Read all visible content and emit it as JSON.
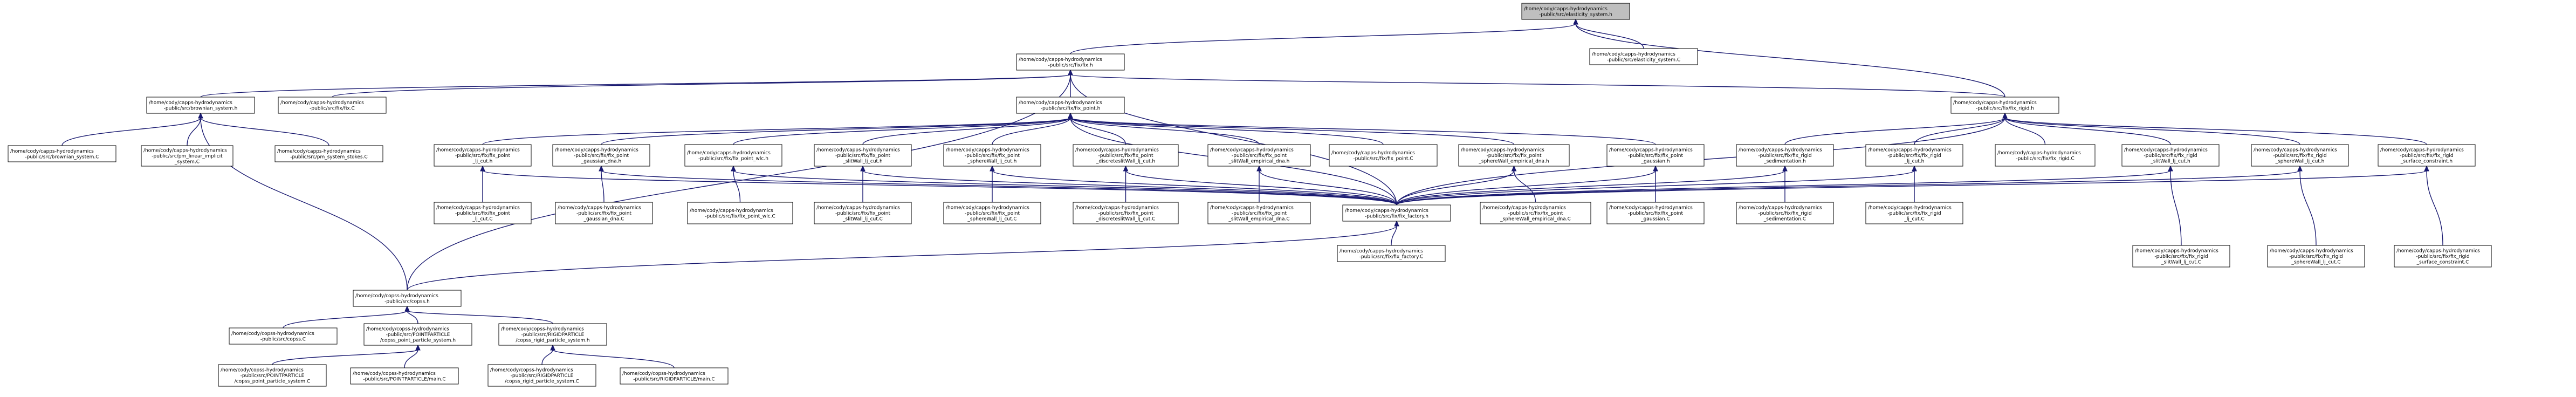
{
  "diagram": {
    "title": "",
    "nodes": [
      {
        "id": "elasticity_h",
        "lines": [
          "/home/cody/capps-hydrodynamics",
          "-public/src/elasticity_system.h"
        ],
        "focus": true
      },
      {
        "id": "elasticity_C",
        "lines": [
          "/home/cody/capps-hydrodynamics",
          "-public/src/elasticity_system.C"
        ]
      },
      {
        "id": "fix_h",
        "lines": [
          "/home/cody/capps-hydrodynamics",
          "-public/src/fix/fix.h"
        ]
      },
      {
        "id": "fix_rigid_h",
        "lines": [
          "/home/cody/capps-hydrodynamics",
          "-public/src/fix/fix_rigid.h"
        ]
      },
      {
        "id": "brownian_h",
        "lines": [
          "/home/cody/capps-hydrodynamics",
          "-public/src/brownian_system.h"
        ]
      },
      {
        "id": "fix_C",
        "lines": [
          "/home/cody/capps-hydrodynamics",
          "-public/src/fix/fix.C"
        ]
      },
      {
        "id": "fix_point_h",
        "lines": [
          "/home/cody/capps-hydrodynamics",
          "-public/src/fix/fix_point.h"
        ]
      },
      {
        "id": "brownian_C",
        "lines": [
          "/home/cody/capps-hydrodynamics",
          "-public/src/brownian_system.C"
        ]
      },
      {
        "id": "pm_linear_C",
        "lines": [
          "/home/cody/capps-hydrodynamics",
          "-public/src/pm_linear_implicit",
          "_system.C"
        ]
      },
      {
        "id": "pm_stokes_C",
        "lines": [
          "/home/cody/capps-hydrodynamics",
          "-public/src/pm_system_stokes.C"
        ]
      },
      {
        "id": "fp_lj_cut_h",
        "lines": [
          "/home/cody/capps-hydrodynamics",
          "-public/src/fix/fix_point",
          "_lj_cut.h"
        ]
      },
      {
        "id": "fp_gauss_dna_h",
        "lines": [
          "/home/cody/capps-hydrodynamics",
          "-public/src/fix/fix_point",
          "_gaussian_dna.h"
        ]
      },
      {
        "id": "fp_wlc_h",
        "lines": [
          "/home/cody/capps-hydrodynamics",
          "-public/src/fix/fix_point_wlc.h"
        ]
      },
      {
        "id": "fp_slitwall_h",
        "lines": [
          "/home/cody/capps-hydrodynamics",
          "-public/src/fix/fix_point",
          "_slitWall_lj_cut.h"
        ]
      },
      {
        "id": "fp_spherewall_h",
        "lines": [
          "/home/cody/capps-hydrodynamics",
          "-public/src/fix/fix_point",
          "_sphereWall_lj_cut.h"
        ]
      },
      {
        "id": "fp_disc_h",
        "lines": [
          "/home/cody/capps-hydrodynamics",
          "-public/src/fix/fix_point",
          "_discreteslitWall_lj_cut.h"
        ]
      },
      {
        "id": "fp_slit_emp_h",
        "lines": [
          "/home/cody/capps-hydrodynamics",
          "-public/src/fix/fix_point",
          "_slitWall_empirical_dna.h"
        ]
      },
      {
        "id": "fp_C",
        "lines": [
          "/home/cody/capps-hydrodynamics",
          "-public/src/fix/fix_point.C"
        ]
      },
      {
        "id": "fp_sphere_emp_h",
        "lines": [
          "/home/cody/capps-hydrodynamics",
          "-public/src/fix/fix_point",
          "_sphereWall_empirical_dna.h"
        ]
      },
      {
        "id": "fp_gauss_h",
        "lines": [
          "/home/cody/capps-hydrodynamics",
          "-public/src/fix/fix_point",
          "_gaussian.h"
        ]
      },
      {
        "id": "fr_sed_h",
        "lines": [
          "/home/cody/capps-hydrodynamics",
          "-public/src/fix/fix_rigid",
          "_sedimentation.h"
        ]
      },
      {
        "id": "fr_lj_cut_h",
        "lines": [
          "/home/cody/capps-hydrodynamics",
          "-public/src/fix/fix_rigid",
          "_lj_cut.h"
        ]
      },
      {
        "id": "fr_C",
        "lines": [
          "/home/cody/capps-hydrodynamics",
          "-public/src/fix/fix_rigid.C"
        ]
      },
      {
        "id": "fr_slit_h",
        "lines": [
          "/home/cody/capps-hydrodynamics",
          "-public/src/fix/fix_rigid",
          "_slitWall_lj_cut.h"
        ]
      },
      {
        "id": "fr_sphere_h",
        "lines": [
          "/home/cody/capps-hydrodynamics",
          "-public/src/fix/fix_rigid",
          "_sphereWall_lj_cut.h"
        ]
      },
      {
        "id": "fr_surf_h",
        "lines": [
          "/home/cody/capps-hydrodynamics",
          "-public/src/fix/fix_rigid",
          "_surface_constraint.h"
        ]
      },
      {
        "id": "fp_lj_cut_C",
        "lines": [
          "/home/cody/capps-hydrodynamics",
          "-public/src/fix/fix_point",
          "_lj_cut.C"
        ]
      },
      {
        "id": "fp_gauss_dna_C",
        "lines": [
          "/home/cody/capps-hydrodynamics",
          "-public/src/fix/fix_point",
          "_gaussian_dna.C"
        ]
      },
      {
        "id": "fp_wlc_C",
        "lines": [
          "/home/cody/capps-hydrodynamics",
          "-public/src/fix/fix_point_wlc.C"
        ]
      },
      {
        "id": "fp_slitwall_C",
        "lines": [
          "/home/cody/capps-hydrodynamics",
          "-public/src/fix/fix_point",
          "_slitWall_lj_cut.C"
        ]
      },
      {
        "id": "fp_spherewall_C",
        "lines": [
          "/home/cody/capps-hydrodynamics",
          "-public/src/fix/fix_point",
          "_sphereWall_lj_cut.C"
        ]
      },
      {
        "id": "fp_disc_C",
        "lines": [
          "/home/cody/capps-hydrodynamics",
          "-public/src/fix/fix_point",
          "_discreteslitWall_lj_cut.C"
        ]
      },
      {
        "id": "fp_slit_emp_C",
        "lines": [
          "/home/cody/capps-hydrodynamics",
          "-public/src/fix/fix_point",
          "_slitWall_empirical_dna.C"
        ]
      },
      {
        "id": "fix_factory_h",
        "lines": [
          "/home/cody/capps-hydrodynamics",
          "-public/src/fix/fix_factory.h"
        ]
      },
      {
        "id": "fp_sphere_emp_C",
        "lines": [
          "/home/cody/capps-hydrodynamics",
          "-public/src/fix/fix_point",
          "_sphereWall_empirical_dna.C"
        ]
      },
      {
        "id": "fp_gauss_C",
        "lines": [
          "/home/cody/capps-hydrodynamics",
          "-public/src/fix/fix_point",
          "_gaussian.C"
        ]
      },
      {
        "id": "fr_sed_C",
        "lines": [
          "/home/cody/capps-hydrodynamics",
          "-public/src/fix/fix_rigid",
          "_sedimentation.C"
        ]
      },
      {
        "id": "fr_lj_cut_C",
        "lines": [
          "/home/cody/capps-hydrodynamics",
          "-public/src/fix/fix_rigid",
          "_lj_cut.C"
        ]
      },
      {
        "id": "fr_slit_C",
        "lines": [
          "/home/cody/capps-hydrodynamics",
          "-public/src/fix/fix_rigid",
          "_slitWall_lj_cut.C"
        ]
      },
      {
        "id": "fr_sphere_C",
        "lines": [
          "/home/cody/capps-hydrodynamics",
          "-public/src/fix/fix_rigid",
          "_sphereWall_lj_cut.C"
        ]
      },
      {
        "id": "fr_surf_C",
        "lines": [
          "/home/cody/capps-hydrodynamics",
          "-public/src/fix/fix_rigid",
          "_surface_constraint.C"
        ]
      },
      {
        "id": "fix_factory_C",
        "lines": [
          "/home/cody/capps-hydrodynamics",
          "-public/src/fix/fix_factory.C"
        ]
      },
      {
        "id": "copss_h",
        "lines": [
          "/home/cody/copss-hydrodynamics",
          "-public/src/copss.h"
        ]
      },
      {
        "id": "copss_C",
        "lines": [
          "/home/cody/copss-hydrodynamics",
          "-public/src/copss.C"
        ]
      },
      {
        "id": "copss_point_h",
        "lines": [
          "/home/cody/copss-hydrodynamics",
          "-public/src/POINTPARTICLE",
          "/copss_point_particle_system.h"
        ]
      },
      {
        "id": "copss_rigid_h",
        "lines": [
          "/home/cody/copss-hydrodynamics",
          "-public/src/RIGIDPARTICLE",
          "/copss_rigid_particle_system.h"
        ]
      },
      {
        "id": "copss_point_C",
        "lines": [
          "/home/cody/copss-hydrodynamics",
          "-public/src/POINTPARTICLE",
          "/copss_point_particle_system.C"
        ]
      },
      {
        "id": "point_main_C",
        "lines": [
          "/home/cody/copss-hydrodynamics",
          "-public/src/POINTPARTICLE/main.C"
        ]
      },
      {
        "id": "copss_rigid_C",
        "lines": [
          "/home/cody/copss-hydrodynamics",
          "-public/src/RIGIDPARTICLE",
          "/copss_rigid_particle_system.C"
        ]
      },
      {
        "id": "rigid_main_C",
        "lines": [
          "/home/cody/copss-hydrodynamics",
          "-public/src/RIGIDPARTICLE/main.C"
        ]
      }
    ],
    "edges": [
      [
        "elasticity_h",
        "elasticity_C"
      ],
      [
        "elasticity_h",
        "fix_h"
      ],
      [
        "elasticity_h",
        "fix_rigid_h"
      ],
      [
        "fix_h",
        "brownian_h"
      ],
      [
        "fix_h",
        "fix_C"
      ],
      [
        "fix_h",
        "fix_point_h"
      ],
      [
        "fix_h",
        "fix_rigid_h"
      ],
      [
        "fix_h",
        "fix_factory_h"
      ],
      [
        "fix_h",
        "copss_h"
      ],
      [
        "brownian_h",
        "brownian_C"
      ],
      [
        "brownian_h",
        "pm_linear_C"
      ],
      [
        "brownian_h",
        "pm_stokes_C"
      ],
      [
        "brownian_h",
        "copss_h"
      ],
      [
        "fix_point_h",
        "fp_lj_cut_h"
      ],
      [
        "fix_point_h",
        "fp_gauss_dna_h"
      ],
      [
        "fix_point_h",
        "fp_wlc_h"
      ],
      [
        "fix_point_h",
        "fp_slitwall_h"
      ],
      [
        "fix_point_h",
        "fp_spherewall_h"
      ],
      [
        "fix_point_h",
        "fp_disc_h"
      ],
      [
        "fix_point_h",
        "fp_slit_emp_h"
      ],
      [
        "fix_point_h",
        "fp_C"
      ],
      [
        "fix_point_h",
        "fp_sphere_emp_h"
      ],
      [
        "fix_point_h",
        "fp_gauss_h"
      ],
      [
        "fix_point_h",
        "fix_factory_h"
      ],
      [
        "fix_rigid_h",
        "fr_sed_h"
      ],
      [
        "fix_rigid_h",
        "fr_lj_cut_h"
      ],
      [
        "fix_rigid_h",
        "fr_C"
      ],
      [
        "fix_rigid_h",
        "fr_slit_h"
      ],
      [
        "fix_rigid_h",
        "fr_sphere_h"
      ],
      [
        "fix_rigid_h",
        "fr_surf_h"
      ],
      [
        "fix_rigid_h",
        "fix_factory_h"
      ],
      [
        "fp_lj_cut_h",
        "fp_lj_cut_C"
      ],
      [
        "fp_lj_cut_h",
        "fix_factory_h"
      ],
      [
        "fp_gauss_dna_h",
        "fp_gauss_dna_C"
      ],
      [
        "fp_gauss_dna_h",
        "fix_factory_h"
      ],
      [
        "fp_wlc_h",
        "fp_wlc_C"
      ],
      [
        "fp_wlc_h",
        "fix_factory_h"
      ],
      [
        "fp_slitwall_h",
        "fp_slitwall_C"
      ],
      [
        "fp_slitwall_h",
        "fix_factory_h"
      ],
      [
        "fp_spherewall_h",
        "fp_spherewall_C"
      ],
      [
        "fp_spherewall_h",
        "fix_factory_h"
      ],
      [
        "fp_disc_h",
        "fp_disc_C"
      ],
      [
        "fp_disc_h",
        "fix_factory_h"
      ],
      [
        "fp_slit_emp_h",
        "fp_slit_emp_C"
      ],
      [
        "fp_slit_emp_h",
        "fix_factory_h"
      ],
      [
        "fp_sphere_emp_h",
        "fp_sphere_emp_C"
      ],
      [
        "fp_sphere_emp_h",
        "fix_factory_h"
      ],
      [
        "fp_gauss_h",
        "fp_gauss_C"
      ],
      [
        "fp_gauss_h",
        "fix_factory_h"
      ],
      [
        "fr_sed_h",
        "fr_sed_C"
      ],
      [
        "fr_sed_h",
        "fix_factory_h"
      ],
      [
        "fr_lj_cut_h",
        "fr_lj_cut_C"
      ],
      [
        "fr_lj_cut_h",
        "fix_factory_h"
      ],
      [
        "fr_slit_h",
        "fr_slit_C"
      ],
      [
        "fr_slit_h",
        "fix_factory_h"
      ],
      [
        "fr_sphere_h",
        "fr_sphere_C"
      ],
      [
        "fr_sphere_h",
        "fix_factory_h"
      ],
      [
        "fr_surf_h",
        "fr_surf_C"
      ],
      [
        "fr_surf_h",
        "fix_factory_h"
      ],
      [
        "fix_factory_h",
        "fix_factory_C"
      ],
      [
        "fix_factory_h",
        "copss_h"
      ],
      [
        "copss_h",
        "copss_C"
      ],
      [
        "copss_h",
        "copss_point_h"
      ],
      [
        "copss_h",
        "copss_rigid_h"
      ],
      [
        "copss_point_h",
        "copss_point_C"
      ],
      [
        "copss_point_h",
        "point_main_C"
      ],
      [
        "copss_rigid_h",
        "copss_rigid_C"
      ],
      [
        "copss_rigid_h",
        "rigid_main_C"
      ]
    ]
  }
}
